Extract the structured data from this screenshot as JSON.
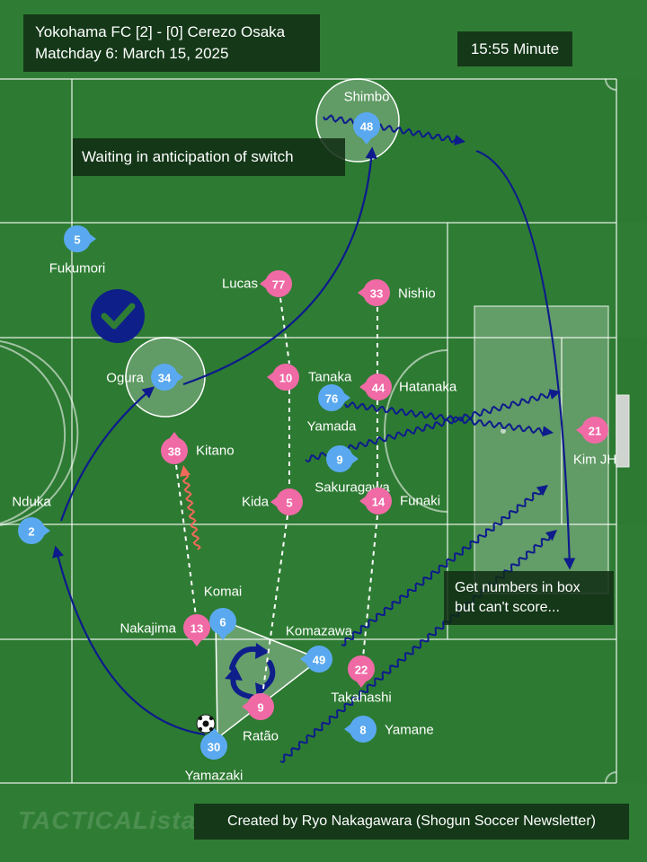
{
  "header": {
    "match": "Yokohama FC [2] - [0] Cerezo Osaka",
    "matchday": "Matchday 6: March 15, 2025"
  },
  "minute": "15:55 Minute",
  "annotations": {
    "waiting": "Waiting in anticipation of switch",
    "box_line1": "Get numbers in box",
    "box_line2": "but can't score..."
  },
  "credit": "Created by Ryo Nakagawara (Shogun Soccer Newsletter)",
  "watermark": "TACTICALista",
  "colors": {
    "pitch": "#2f7d34",
    "team_blue": "#5aa9f0",
    "team_pink": "#f06aa6",
    "arrow": "#0d1b8c",
    "run_red": "#f06a5a"
  },
  "players": {
    "blue": [
      {
        "id": "shimbo",
        "number": "48",
        "name": "Shimbo"
      },
      {
        "id": "fukumori",
        "number": "5",
        "name": "Fukumori"
      },
      {
        "id": "ogura",
        "number": "34",
        "name": "Ogura"
      },
      {
        "id": "yamada",
        "number": "76",
        "name": "Yamada"
      },
      {
        "id": "sakuragawa",
        "number": "9",
        "name": "Sakuragawa"
      },
      {
        "id": "nduka",
        "number": "2",
        "name": "Nduka"
      },
      {
        "id": "komai",
        "number": "6",
        "name": "Komai"
      },
      {
        "id": "komazawa",
        "number": "49",
        "name": "Komazawa"
      },
      {
        "id": "yamazaki",
        "number": "30",
        "name": "Yamazaki"
      },
      {
        "id": "yamane",
        "number": "8",
        "name": "Yamane"
      }
    ],
    "pink": [
      {
        "id": "lucas",
        "number": "77",
        "name": "Lucas"
      },
      {
        "id": "nishio",
        "number": "33",
        "name": "Nishio"
      },
      {
        "id": "tanaka",
        "number": "10",
        "name": "Tanaka"
      },
      {
        "id": "hatanaka",
        "number": "44",
        "name": "Hatanaka"
      },
      {
        "id": "kitano",
        "number": "38",
        "name": "Kitano"
      },
      {
        "id": "kida",
        "number": "5",
        "name": "Kida"
      },
      {
        "id": "funaki",
        "number": "14",
        "name": "Funaki"
      },
      {
        "id": "kimjh",
        "number": "21",
        "name": "Kim JH"
      },
      {
        "id": "nakajima",
        "number": "13",
        "name": "Nakajima"
      },
      {
        "id": "ratao",
        "number": "9",
        "name": "Ratão"
      },
      {
        "id": "takahashi",
        "number": "22",
        "name": "Takahashi"
      }
    ]
  }
}
